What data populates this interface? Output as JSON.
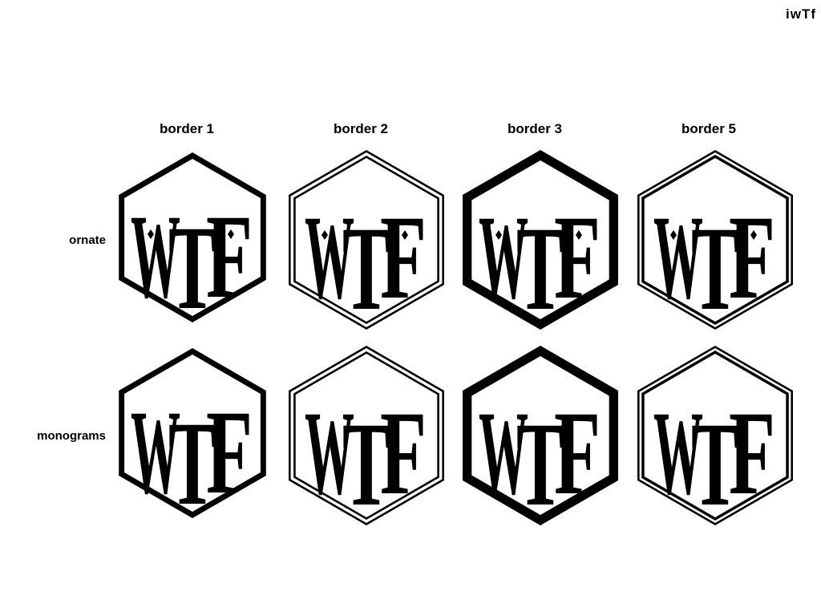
{
  "brand": "iwTf",
  "columns": [
    "border 1",
    "border 2",
    "border 3",
    "border 5"
  ],
  "rows": [
    "ornate",
    "monograms"
  ],
  "monogram": {
    "left": "W",
    "center": "T",
    "right": "F"
  },
  "colors": {
    "ink": "#000000",
    "paper": "#ffffff"
  }
}
